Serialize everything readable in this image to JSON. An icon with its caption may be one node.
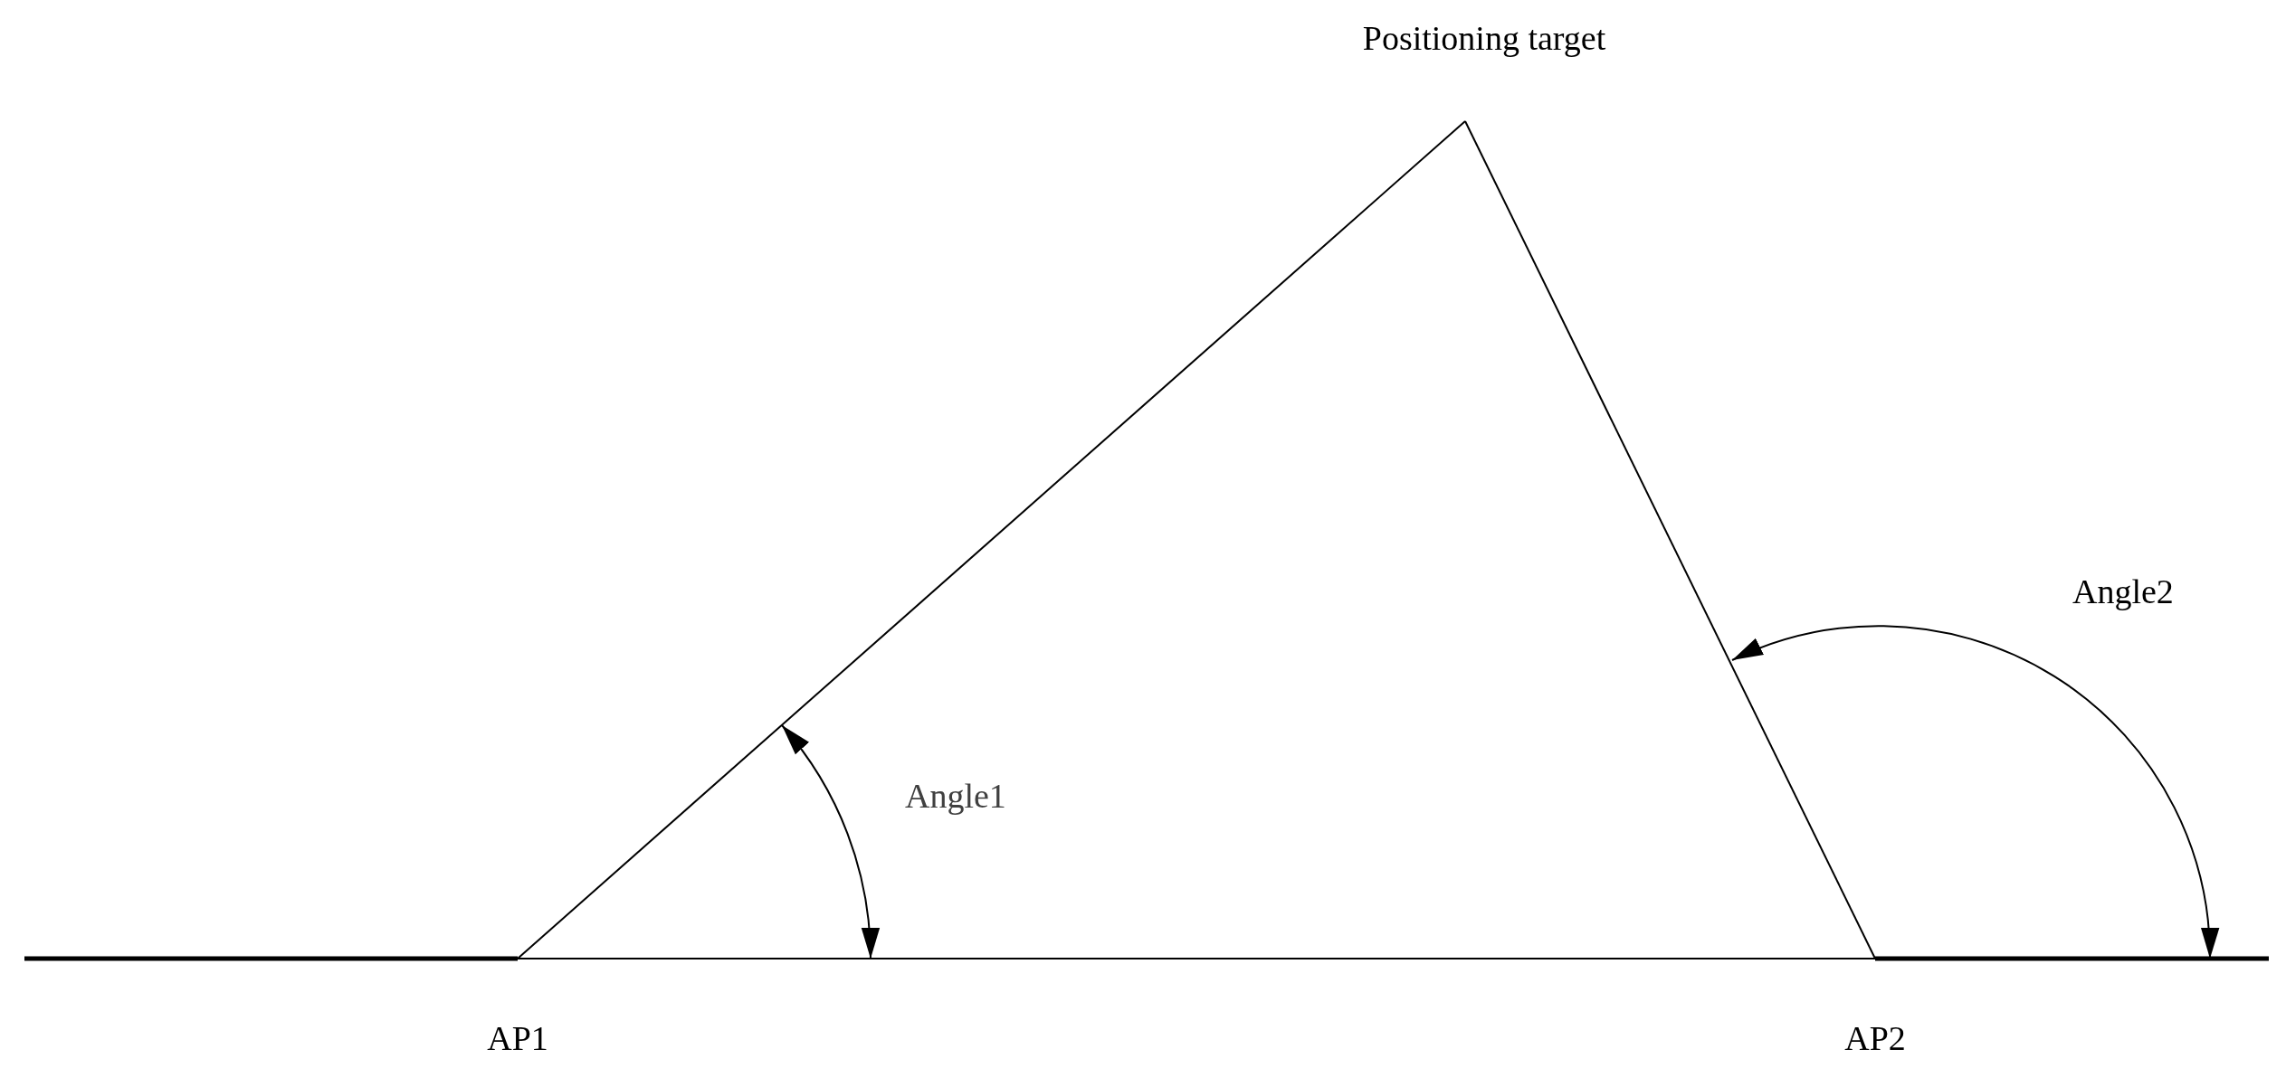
{
  "diagram": {
    "nodes": [
      {
        "text": [
          "Positioning target"
        ]
      },
      {
        "text": [
          "AP1"
        ]
      },
      {
        "text": [
          "AP2"
        ]
      }
    ],
    "edges": [
      {
        "from": 1,
        "to": 0,
        "arrow": "none"
      },
      {
        "from": 0,
        "to": 2,
        "arrow": "none"
      },
      {
        "from": 1,
        "to": 2,
        "arrow": "none"
      }
    ],
    "labels": [
      "Angle1",
      "Angle2"
    ]
  }
}
